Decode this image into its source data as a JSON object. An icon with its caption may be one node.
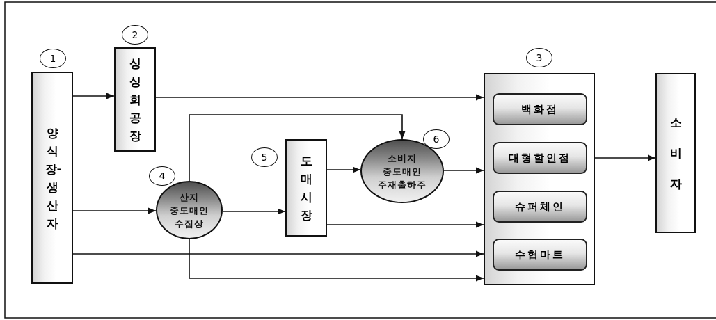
{
  "diagram": {
    "nodes": [
      {
        "text": [
          "양식장-생산자"
        ],
        "beside": [
          "1"
        ]
      },
      {
        "text": [
          "싱싱회공장"
        ],
        "beside": [
          "2"
        ]
      },
      {
        "text": [],
        "shape": "box",
        "beside": [
          "3"
        ]
      },
      {
        "text": [
          "백화점"
        ],
        "in": 2
      },
      {
        "text": [
          "대형할인점"
        ],
        "in": 2
      },
      {
        "text": [
          "슈퍼체인"
        ],
        "in": 2
      },
      {
        "text": [
          "수협마트"
        ],
        "in": 2
      },
      {
        "text": [
          "소비자"
        ]
      },
      {
        "text": [
          "산지 중도매인 수집상"
        ],
        "beside": [
          "4"
        ]
      },
      {
        "text": [
          "도매시장"
        ],
        "beside": [
          "5"
        ]
      },
      {
        "text": [
          "소비지 중도매인 주재출하주"
        ],
        "beside": [
          "6"
        ]
      }
    ],
    "edges": [
      {
        "from": 0,
        "to": 1,
        "arrow": "to"
      },
      {
        "from": 1,
        "to": 2,
        "arrow": "to"
      },
      {
        "from": 0,
        "to": 8,
        "arrow": "to"
      },
      {
        "from": 8,
        "to": 9,
        "arrow": "to"
      },
      {
        "from": 8,
        "to": 10,
        "arrow": "to"
      },
      {
        "from": 9,
        "to": 10,
        "arrow": "to"
      },
      {
        "from": 10,
        "to": 2,
        "arrow": "to"
      },
      {
        "from": 9,
        "to": 2,
        "arrow": "to"
      },
      {
        "from": 0,
        "to": 2,
        "arrow": "to"
      },
      {
        "from": 8,
        "to": 2,
        "arrow": "to"
      },
      {
        "from": 2,
        "to": 7,
        "arrow": "to"
      }
    ]
  }
}
